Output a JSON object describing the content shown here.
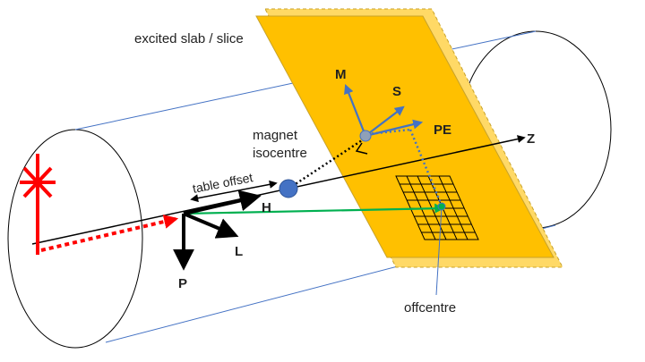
{
  "labels": {
    "slab": "excited slab / slice",
    "isocentre_line1": "magnet",
    "isocentre_line2": "isocentre",
    "table_offset": "table offset",
    "offcentre": "offcentre",
    "axis_z": "Z",
    "axis_h": "H",
    "axis_l": "L",
    "axis_p": "P",
    "axis_m": "M",
    "axis_s": "S",
    "axis_pe": "PE"
  },
  "colors": {
    "slab_fill": "#FFC000",
    "slab_fill_back": "#FFD966",
    "slab_stroke": "#C8A22A",
    "bore_line": "#4472C4",
    "slice_axes": "#4472C4",
    "patient_axes": "#000000",
    "offcentre_arrow": "#00B050",
    "patient_marker": "#FF0000",
    "isocentre_dot": "#4472C4",
    "grid": "#000000"
  }
}
